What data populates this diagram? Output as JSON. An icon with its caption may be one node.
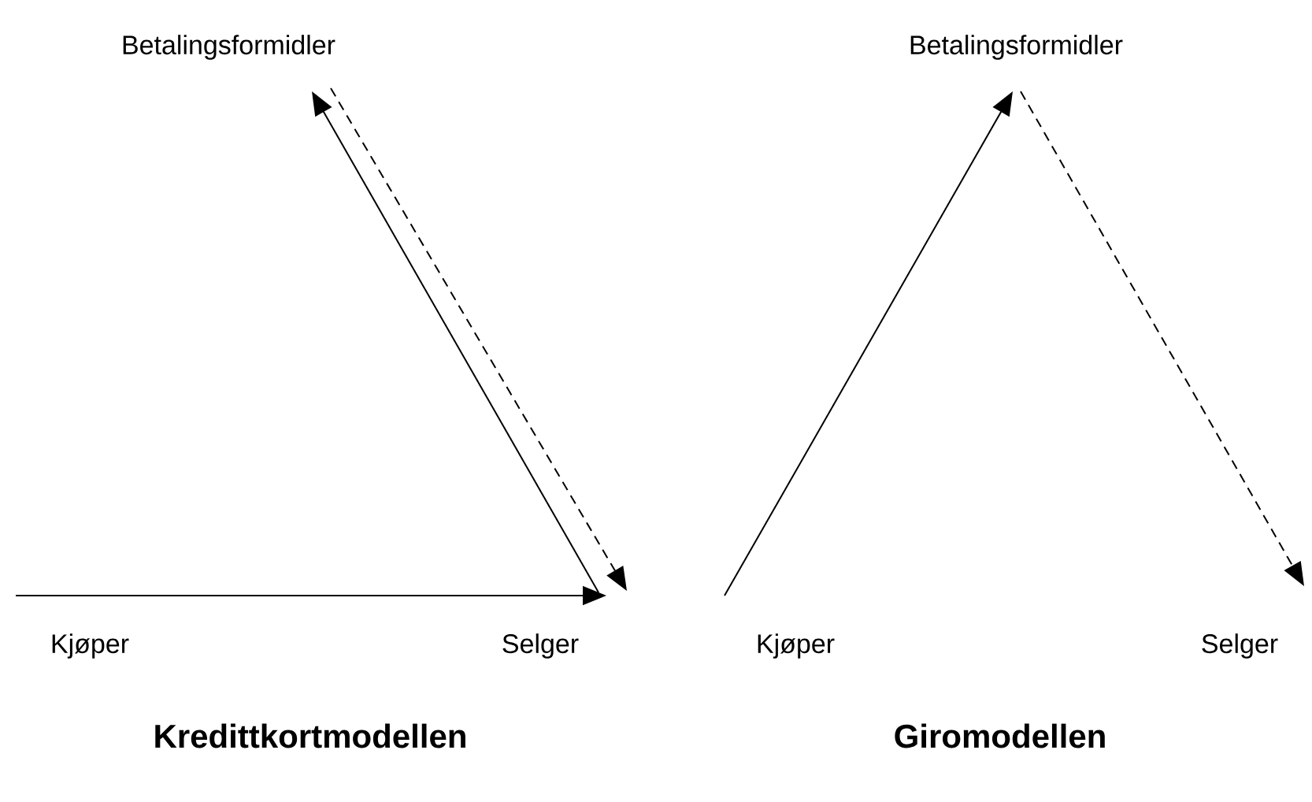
{
  "diagram": {
    "nodes": [
      {
        "text": [
          "Betalingsformidler"
        ]
      },
      {
        "text": [
          "Kjøper"
        ]
      },
      {
        "text": [
          "Selger"
        ]
      },
      {
        "text": [
          "Betalingsformidler"
        ]
      },
      {
        "text": [
          "Kjøper"
        ]
      },
      {
        "text": [
          "Selger"
        ]
      }
    ],
    "edges": [
      {
        "from": 1,
        "to": 2,
        "arrow": "to"
      },
      {
        "from": 2,
        "to": 0,
        "arrow": "to"
      },
      {
        "from": 0,
        "to": 2,
        "arrow": "to",
        "style": "dashed"
      },
      {
        "from": 4,
        "to": 3,
        "arrow": "to"
      },
      {
        "from": 3,
        "to": 5,
        "arrow": "to",
        "style": "dashed"
      }
    ],
    "labels": [
      "Kredittkortmodellen",
      "Giromodellen"
    ]
  }
}
